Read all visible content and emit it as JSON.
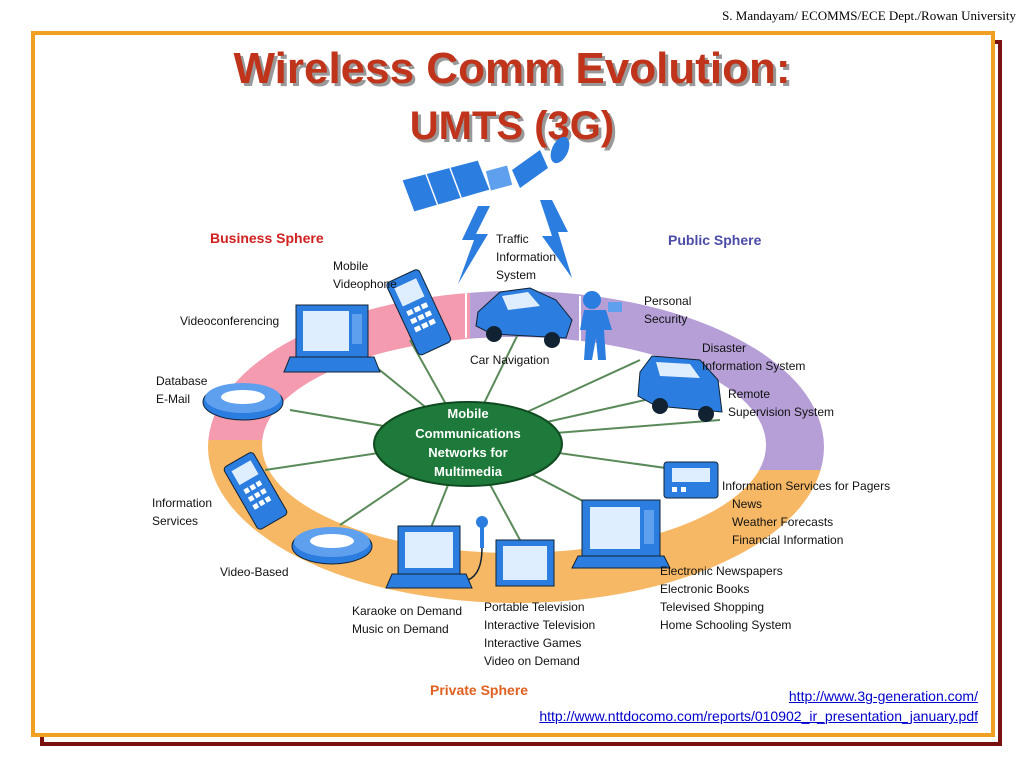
{
  "header": {
    "credit": "S. Mandayam/ ECOMMS/ECE Dept./Rowan University",
    "title_line1": "Wireless Comm Evolution:",
    "title_line2": "UMTS (3G)"
  },
  "spheres": {
    "business": "Business Sphere",
    "public": "Public Sphere",
    "private": "Private Sphere"
  },
  "center": {
    "line1": "Mobile",
    "line2": "Communications",
    "line3": "Networks for",
    "line4": "Multimedia"
  },
  "labels": {
    "traffic": [
      "Traffic",
      "Information",
      "System"
    ],
    "mobile_videophone": [
      "Mobile",
      "Videophone"
    ],
    "videoconferencing": [
      "Videoconferencing"
    ],
    "database": [
      "Database",
      "E-Mail"
    ],
    "information_services": [
      "Information",
      "Services"
    ],
    "video_based": [
      "Video-Based"
    ],
    "karaoke": [
      "Karaoke on Demand",
      "Music on Demand"
    ],
    "portable_tv": [
      "Portable Television",
      "Interactive Television",
      "Interactive Games",
      "Video on Demand"
    ],
    "electronic_news": [
      "Electronic Newspapers",
      "Electronic Books",
      "Televised Shopping",
      "Home Schooling System"
    ],
    "pagers": [
      "Information Services for Pagers",
      "News",
      "Weather Forecasts",
      "Financial Information"
    ],
    "remote": [
      "Remote",
      "Supervision System"
    ],
    "disaster": [
      "Disaster",
      "Information System"
    ],
    "personal_security": [
      "Personal",
      "Security"
    ],
    "car_navigation": [
      "Car Navigation"
    ]
  },
  "links": {
    "link1": "http://www.3g-generation.com/",
    "link2": "http://www.nttdocomo.com/reports/010902_ir_presentation_january.pdf"
  },
  "colors": {
    "title": "#c0341c",
    "business_ring": "#f49bb0",
    "public_ring": "#b59fd6",
    "private_ring": "#f7b865",
    "center_fill": "#1e7a3a",
    "device_blue": "#2b7de0",
    "business_label": "#d02020",
    "public_label": "#4b4ba8",
    "private_label": "#e06020",
    "frame_orange": "#f0a020",
    "frame_maroon": "#7a1010"
  }
}
